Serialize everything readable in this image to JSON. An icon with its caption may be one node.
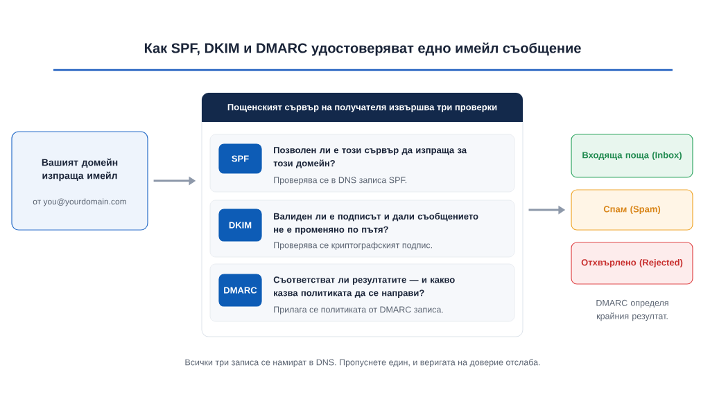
{
  "diagram": {
    "title": "Как SPF, DKIM и DMARC удостоверяват едно имейл съобщение",
    "caption": "Всички три записа се намират в DNS. Пропуснете един, и веригата на доверие отслаба.",
    "nodes": [
      {
        "text": [
          "Вашият домейн изпраща имейл",
          "от you@yourdomain.com"
        ]
      },
      {
        "text": [
          "Пощенският сървър на получателя извършва три проверки"
        ]
      },
      {
        "text": [
          "Позволен ли е този сървър да изпраща за този домейн?",
          "Проверява се в DNS записа SPF."
        ],
        "in": 1
      },
      {
        "text": [
          "SPF"
        ],
        "in": 2
      },
      {
        "text": [
          "Валиден ли е подписът и дали съобщението не е променяно по пътя?",
          "Проверява се криптографският подпис."
        ],
        "in": 1
      },
      {
        "text": [
          "DKIM"
        ],
        "in": 4
      },
      {
        "text": [
          "Съответстват ли резултатите — и какво казва политиката да се направи?",
          "Прилага се политиката от DMARC записа."
        ],
        "in": 1
      },
      {
        "text": [
          "DMARC"
        ],
        "in": 6
      },
      {
        "text": [
          "Входяща поща (Inbox)"
        ]
      },
      {
        "text": [
          "Спам (Spam)"
        ]
      },
      {
        "text": [
          "Отхвърлено (Rejected)"
        ]
      }
    ],
    "edges": [
      {
        "from": 0,
        "to": 1,
        "arrow": "to"
      },
      {
        "from": 1,
        "to": 9,
        "arrow": "to"
      }
    ],
    "labels": [
      "DMARC определя крайния резултат."
    ]
  }
}
